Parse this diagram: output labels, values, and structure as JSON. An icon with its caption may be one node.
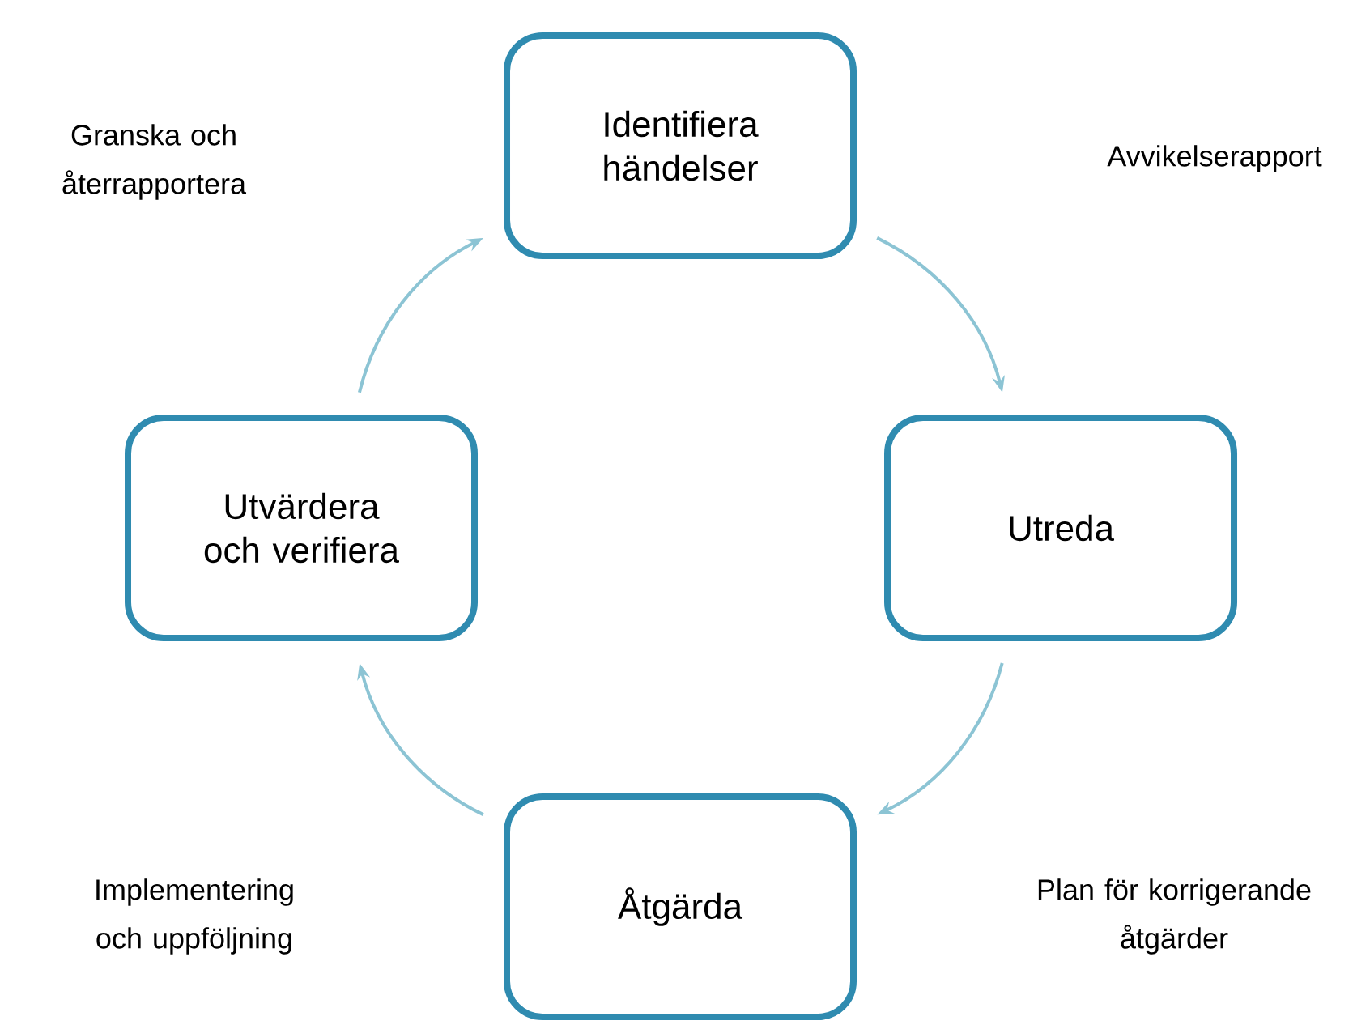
{
  "diagram": {
    "nodes": [
      {
        "text": [
          "Identifiera händelser"
        ]
      },
      {
        "text": [
          "Utreda"
        ]
      },
      {
        "text": [
          "Åtgärda"
        ]
      },
      {
        "text": [
          "Utvärdera och verifiera"
        ]
      }
    ],
    "edges": [
      {
        "from": 0,
        "to": 1,
        "arrow": "to"
      },
      {
        "from": 1,
        "to": 2,
        "arrow": "to"
      },
      {
        "from": 2,
        "to": 3,
        "arrow": "to"
      },
      {
        "from": 3,
        "to": 0,
        "arrow": "to"
      }
    ],
    "labels": [
      "Granska och återrapportera",
      "Avvikelserapport",
      "Plan för korrigerande åtgärder",
      "Implementering och uppföljning"
    ]
  }
}
